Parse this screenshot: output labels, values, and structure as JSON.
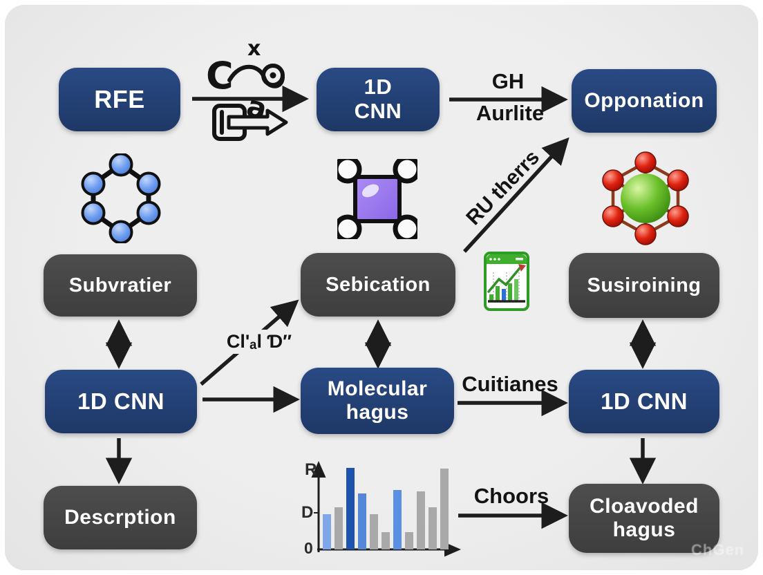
{
  "colors": {
    "navy": "#1e3866",
    "dark_gray": "#434343",
    "background": "#eeeeee",
    "arrow": "#1d1d1d"
  },
  "nodes": {
    "rfe": {
      "label": "RFE"
    },
    "cnn_top": {
      "label": "1D\nCNN"
    },
    "opponation": {
      "label": "Opponation"
    },
    "subvratier": {
      "label": "Subvratier"
    },
    "sebication": {
      "label": "Sebication"
    },
    "susiroining": {
      "label": "Susiroining"
    },
    "cnn_mid_left": {
      "label": "1D CNN"
    },
    "molecular_hagus": {
      "label": "Molecular\nhagus"
    },
    "cnn_mid_right": {
      "label": "1D CNN"
    },
    "descrption": {
      "label": "Descrption"
    },
    "cloavoded_hagus": {
      "label": "Cloavoded\nhagus"
    }
  },
  "edge_labels": {
    "gh": "GH",
    "aurlite": "Aurlite",
    "ru_therrs": "RU therrs",
    "cial_d": "Cl'ₐl Ɗ″",
    "cuitianes": "Cuitianes",
    "choors": "Choors"
  },
  "icons": {
    "scribble": "scribble-doodle-icon",
    "arrow_box": "outline-arrow-box-icon",
    "molecule_blue": "blue-molecule-hexagon-icon",
    "molecule_purple": "purple-square-molecule-icon",
    "molecule_red_green": "red-green-molecule-icon",
    "chart_window": "growth-chart-window-icon"
  },
  "watermark": "ChGen",
  "chart_data": {
    "type": "bar",
    "title": "",
    "xlabel": "",
    "ylabel": "",
    "yticks": [
      "0",
      "D",
      "R"
    ],
    "ylim": [
      0,
      10
    ],
    "values": [
      4.3,
      5.1,
      9.9,
      6.8,
      4.3,
      2.1,
      7.2,
      2.1,
      7.1,
      5.1,
      9.8
    ],
    "bar_colors": [
      "#7ea6e8",
      "#a9a9a9",
      "#1d53ad",
      "#5586d8",
      "#a9a9a9",
      "#a9a9a9",
      "#5b8fe3",
      "#a9a9a9",
      "#a9a9a9",
      "#a9a9a9",
      "#a9a9a9"
    ],
    "grid": false,
    "legend": "none"
  }
}
